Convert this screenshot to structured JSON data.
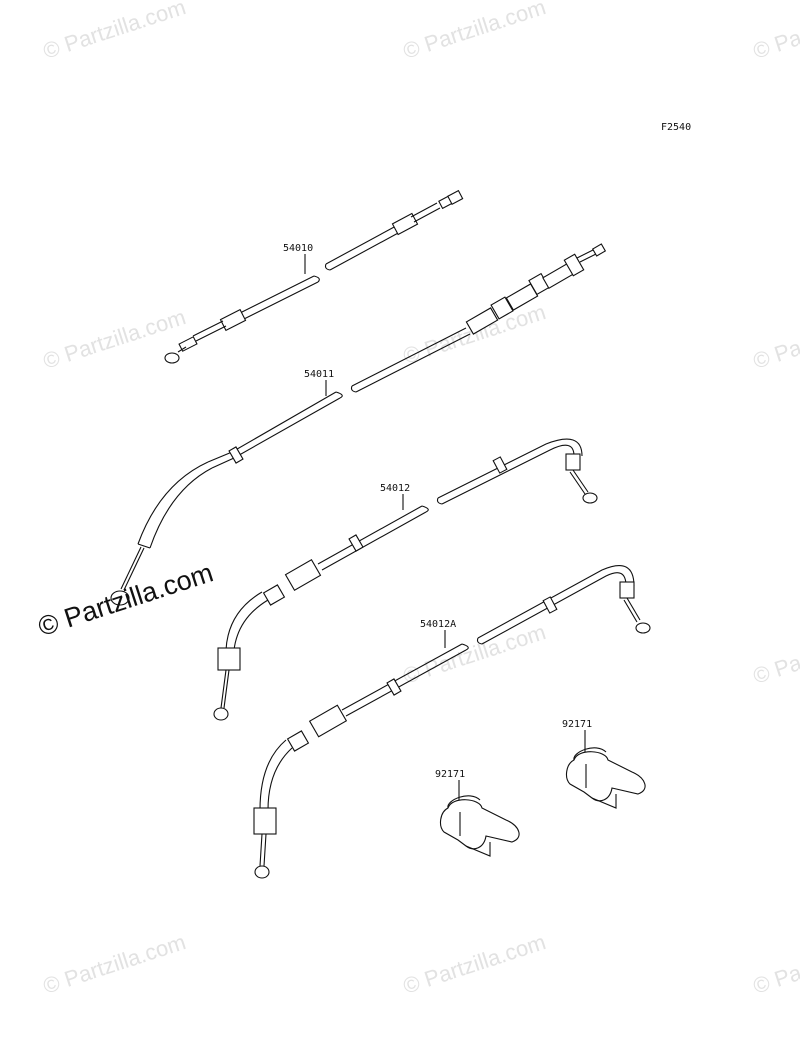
{
  "figure_code": "F2540",
  "watermark_text": "© Partzilla.com",
  "corner_watermark": "© Partzilla.com",
  "callouts": [
    {
      "id": "c1",
      "part": "54010"
    },
    {
      "id": "c2",
      "part": "54011"
    },
    {
      "id": "c3",
      "part": "54012"
    },
    {
      "id": "c4",
      "part": "54012A"
    },
    {
      "id": "c5",
      "part": "92171"
    },
    {
      "id": "c6",
      "part": "92171"
    }
  ]
}
